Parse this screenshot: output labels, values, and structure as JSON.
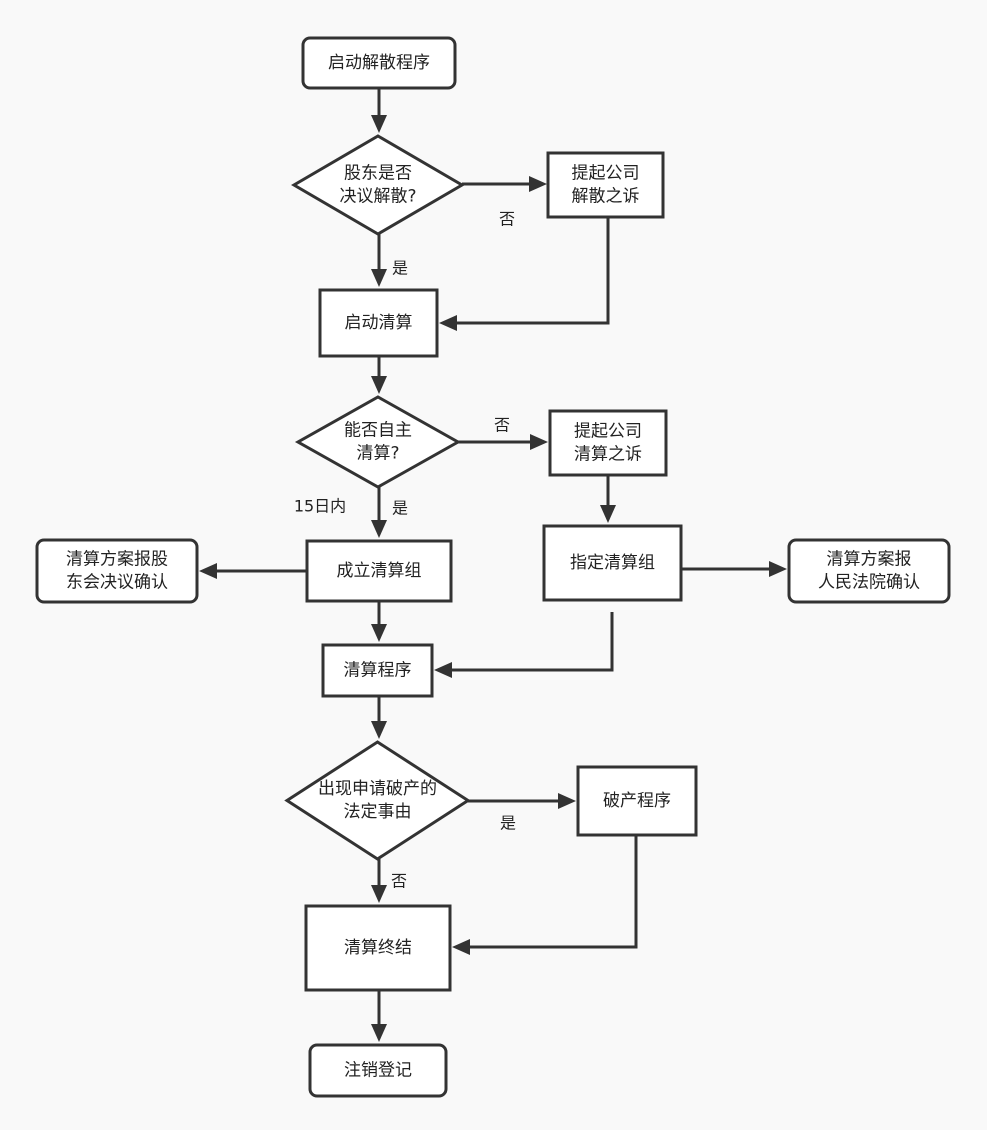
{
  "diagram": {
    "colors": {
      "background": "#f9f9f9",
      "stroke": "#333333",
      "fill": "#ffffff",
      "text": "#222222"
    },
    "nodes": [
      {
        "id": "start-dissolution",
        "shape": "rounded",
        "lines": [
          "启动解散程序"
        ]
      },
      {
        "id": "shareholder-decision",
        "shape": "diamond",
        "lines": [
          "股东是否",
          "决议解散?"
        ]
      },
      {
        "id": "dissolution-lawsuit",
        "shape": "rect",
        "lines": [
          "提起公司",
          "解散之诉"
        ]
      },
      {
        "id": "start-liquidation",
        "shape": "rect",
        "lines": [
          "启动清算"
        ]
      },
      {
        "id": "self-liquidation-decision",
        "shape": "diamond",
        "lines": [
          "能否自主",
          "清算?"
        ]
      },
      {
        "id": "liquidation-lawsuit",
        "shape": "rect",
        "lines": [
          "提起公司",
          "清算之诉"
        ]
      },
      {
        "id": "form-liquidation-group",
        "shape": "rect",
        "lines": [
          "成立清算组"
        ]
      },
      {
        "id": "plan-to-shareholders",
        "shape": "rounded",
        "lines": [
          "清算方案报股",
          "东会决议确认"
        ]
      },
      {
        "id": "designate-liquidation-group",
        "shape": "rect",
        "lines": [
          "指定清算组"
        ]
      },
      {
        "id": "plan-to-court",
        "shape": "rounded",
        "lines": [
          "清算方案报",
          "人民法院确认"
        ]
      },
      {
        "id": "liquidation-procedure",
        "shape": "rect",
        "lines": [
          "清算程序"
        ]
      },
      {
        "id": "bankruptcy-decision",
        "shape": "diamond",
        "lines": [
          "出现申请破产的",
          "法定事由"
        ]
      },
      {
        "id": "bankruptcy-procedure",
        "shape": "rect",
        "lines": [
          "破产程序"
        ]
      },
      {
        "id": "liquidation-end",
        "shape": "rect",
        "lines": [
          "清算终结"
        ]
      },
      {
        "id": "deregistration",
        "shape": "rounded",
        "lines": [
          "注销登记"
        ]
      }
    ],
    "edge_labels": [
      {
        "id": "no-shareholder",
        "text": "否"
      },
      {
        "id": "yes-shareholder",
        "text": "是"
      },
      {
        "id": "no-self",
        "text": "否"
      },
      {
        "id": "within-15-days",
        "text": "15日内"
      },
      {
        "id": "yes-self",
        "text": "是"
      },
      {
        "id": "yes-bankruptcy",
        "text": "是"
      },
      {
        "id": "no-bankruptcy",
        "text": "否"
      }
    ]
  }
}
